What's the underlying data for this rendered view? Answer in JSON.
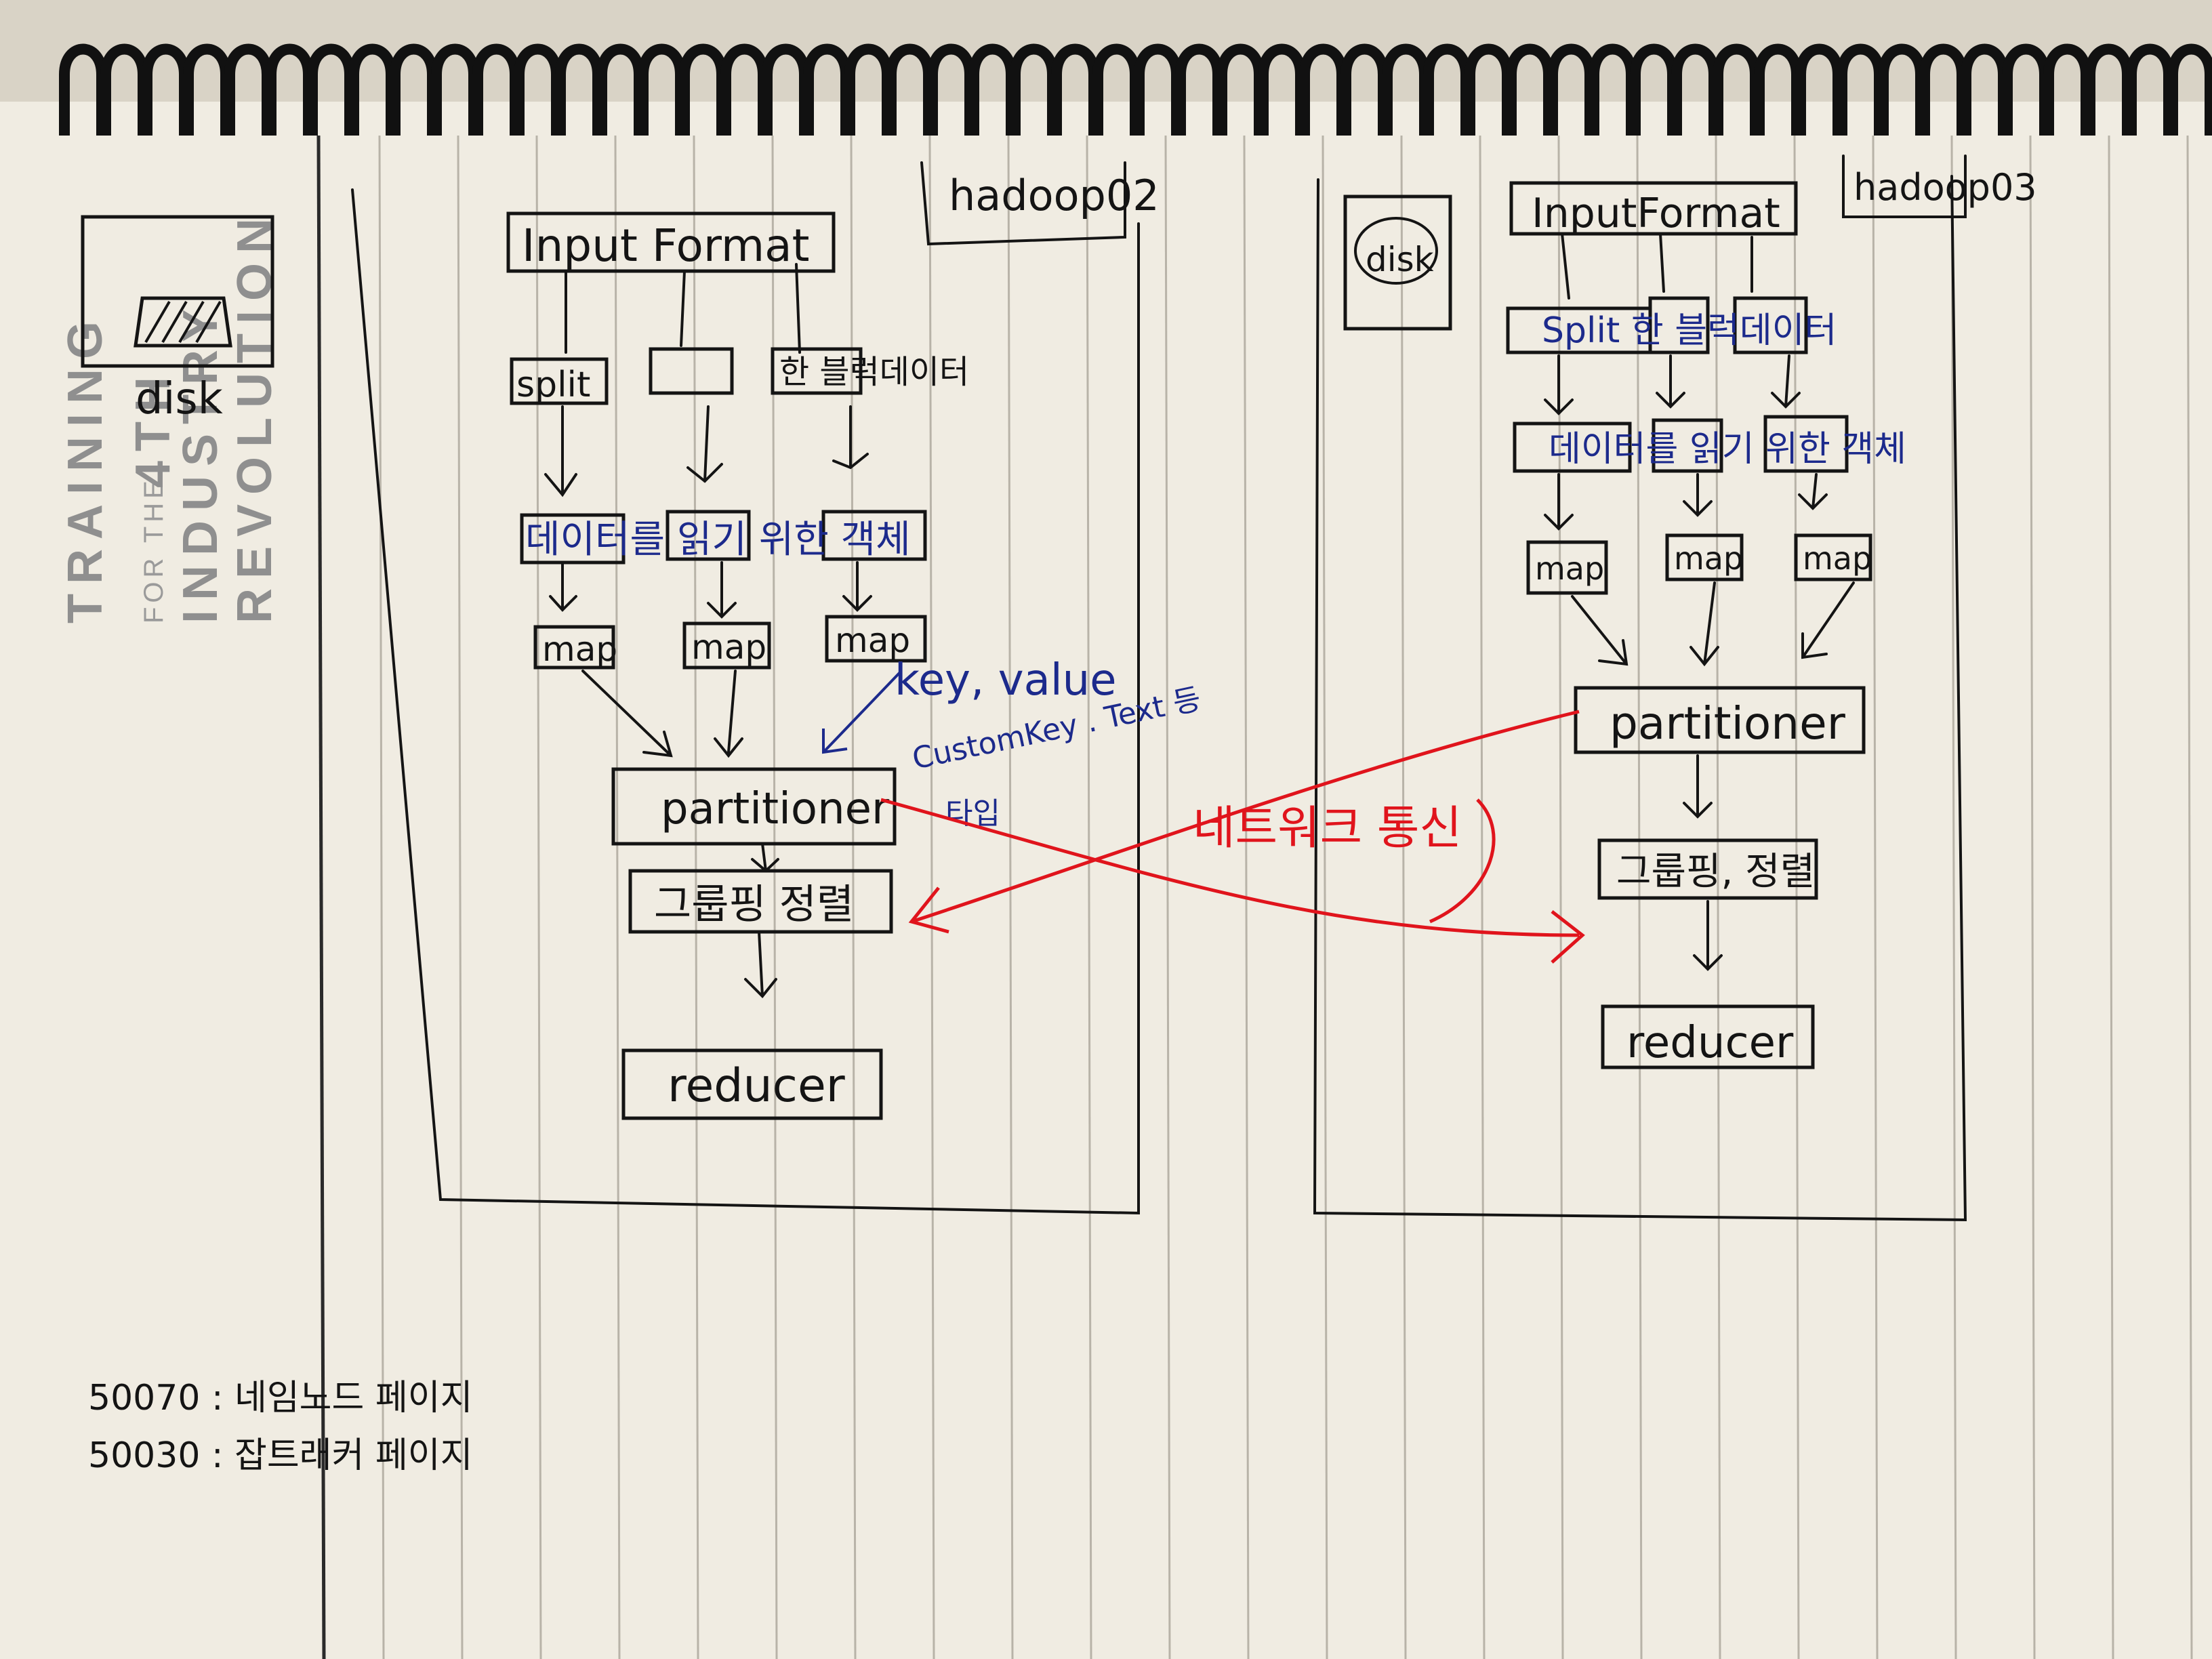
{
  "brand": {
    "line1": "TRAINING",
    "line2a": "FOR THE",
    "line2b": "4TH",
    "line2c": "INDUSTRY",
    "line3": "REVOLUTION"
  },
  "legend": {
    "disk_label": "disk"
  },
  "left_panel": {
    "title": "hadoop02",
    "input_format": "Input Format",
    "split": "split",
    "split_note": "한 블럭데이터",
    "reader_note": "데이터를 읽기 위한 객체",
    "map_labels": [
      "map",
      "map",
      "map"
    ],
    "kv_note": "key, value",
    "kv_note2": "CustomKey . Text 등",
    "kv_note3": "타입",
    "partitioner": "partitioner",
    "group_sort": "그룹핑 정렬",
    "reducer": "reducer"
  },
  "right_panel": {
    "title": "hadoop03",
    "disk_label": "disk",
    "input_format": "InputFormat",
    "split_note": "Split 한 블럭데이터",
    "reader_note": "데이터를 읽기 위한 객체",
    "map_labels": [
      "map",
      "map",
      "map"
    ],
    "partitioner": "partitioner",
    "group_sort": "그룹핑, 정렬",
    "reducer": "reducer"
  },
  "network": {
    "label": "네트워크 통신"
  },
  "ports": {
    "line1": "50070 : 네임노드 페이지",
    "line2": "50030 : 잡트래커 페이지"
  },
  "colors": {
    "paper": "#ede8dc",
    "ink": "#141414",
    "blue_ink": "#1c2a8c",
    "red_ink": "#e0141c",
    "ruled_line": "#b8b3a8"
  }
}
